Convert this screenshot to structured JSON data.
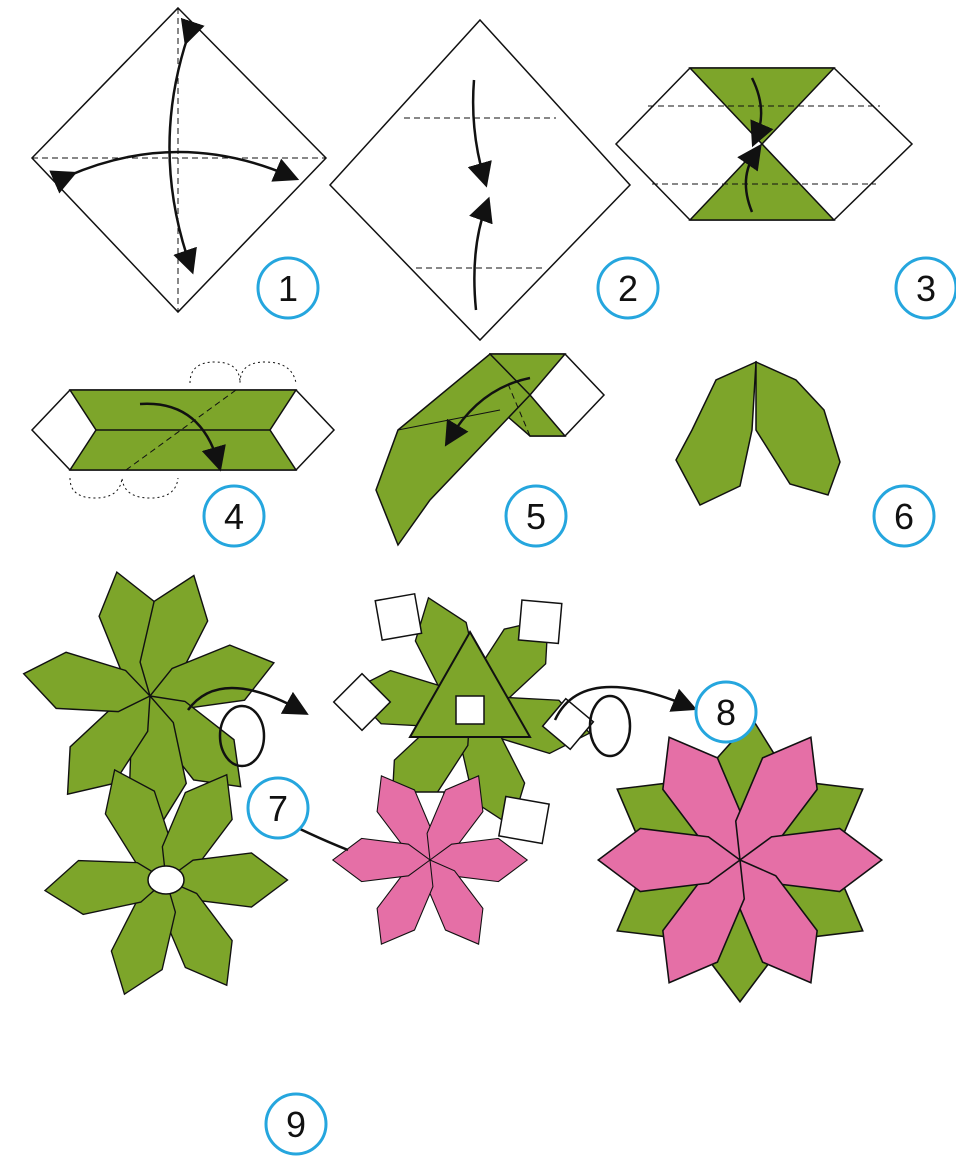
{
  "colors": {
    "leaf_green": "#7da52a",
    "petal_pink": "#e56fa6",
    "outline": "#111111",
    "step_ring": "#25a6de",
    "paper_white": "#ffffff"
  },
  "steps": [
    {
      "number": "1"
    },
    {
      "number": "2"
    },
    {
      "number": "3"
    },
    {
      "number": "4"
    },
    {
      "number": "5"
    },
    {
      "number": "6"
    },
    {
      "number": "7"
    },
    {
      "number": "8"
    },
    {
      "number": "9"
    }
  ]
}
